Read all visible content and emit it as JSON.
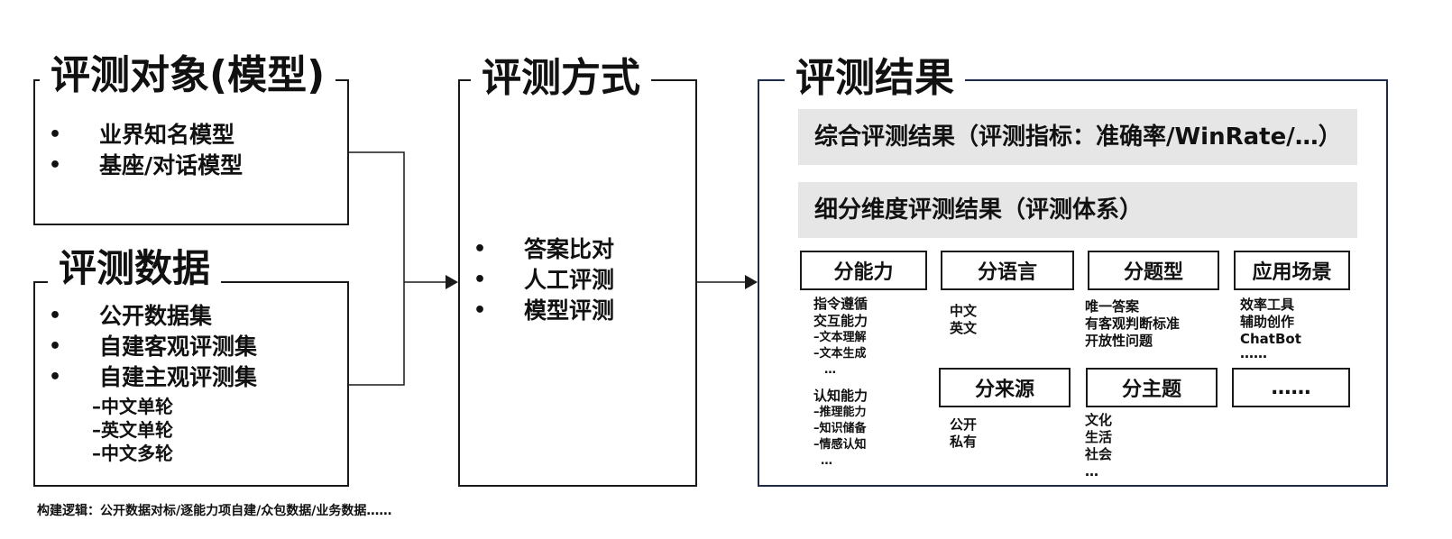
{
  "left": {
    "model": {
      "title": "评测对象(模型)",
      "items": [
        "业界知名模型",
        "基座/对话模型"
      ]
    },
    "data": {
      "title": "评测数据",
      "items": [
        "公开数据集",
        "自建客观评测集",
        "自建主观评测集"
      ],
      "subitems": [
        "–中文单轮",
        "–英文单轮",
        "–中文多轮"
      ]
    }
  },
  "method": {
    "title": "评测方式",
    "items": [
      "答案比对",
      "人工评测",
      "模型评测"
    ]
  },
  "results": {
    "title": "评测结果",
    "overall": "综合评测结果（评测指标：准确率/WinRate/…）",
    "detailed": "细分维度评测结果（评测体系）",
    "categories": [
      {
        "label": "分能力",
        "items": [
          "指令遵循",
          "交互能力",
          "–文本理解",
          "–文本生成",
          "…",
          "认知能力",
          "–推理能力",
          "–知识储备",
          "–情感认知",
          "…"
        ]
      },
      {
        "label": "分语言",
        "items": [
          "中文",
          "英文"
        ]
      },
      {
        "label": "分题型",
        "items": [
          "唯一答案",
          "有客观判断标准",
          "开放性问题"
        ]
      },
      {
        "label": "应用场景",
        "items": [
          "效率工具",
          "辅助创作",
          "ChatBot",
          "……"
        ]
      },
      {
        "label": "分来源",
        "items": [
          "公开",
          "私有"
        ]
      },
      {
        "label": "分主题",
        "items": [
          "文化",
          "生活",
          "社会",
          "…"
        ]
      },
      {
        "label": "……",
        "items": []
      }
    ]
  },
  "footer": "构建逻辑：公开数据对标/逐能力项自建/众包数据/业务数据……",
  "colors": {
    "result_border": "#1f2a44",
    "bar_fill": "#e6e6e6",
    "line": "#1a1a1a"
  }
}
